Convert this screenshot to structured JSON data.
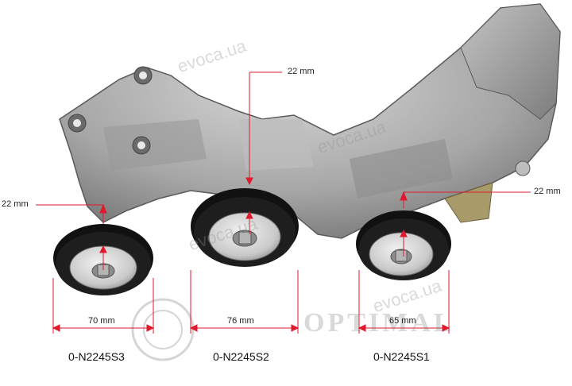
{
  "watermark": {
    "text": "evoca.ua"
  },
  "brand": {
    "text": "OPTIMAL"
  },
  "dimensions": {
    "left_height": "22 mm",
    "mid_height": "22 mm",
    "right_height": "22 mm",
    "left_width": "70 mm",
    "mid_width": "76 mm",
    "right_width": "65 mm"
  },
  "parts": {
    "left": "0-N2245S3",
    "mid": "0-N2245S2",
    "right": "0-N2245S1"
  },
  "colors": {
    "dimension_line": "#e0192d",
    "pulley": "#111111",
    "metal": "#a8a8a8"
  }
}
